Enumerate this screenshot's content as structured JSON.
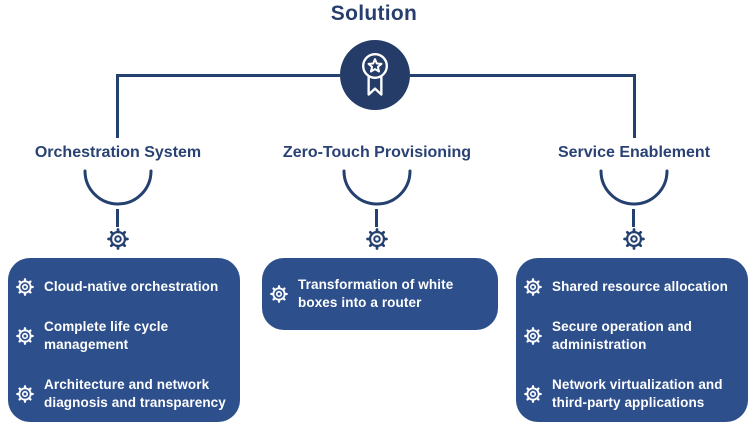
{
  "title": "Solution",
  "colors": {
    "navy_text": "#2A4273",
    "connector_line": "#24406E",
    "hub_circle_fill": "#253C68",
    "box_fill": "#2D4F8C",
    "box_text": "#FFFFFF"
  },
  "hub": {
    "icon": "award-ribbon-badge"
  },
  "branches": [
    {
      "label": "Orchestration System",
      "items": [
        "Cloud-native orchestration",
        "Complete life cycle management",
        "Architecture and network diagnosis and transparency"
      ]
    },
    {
      "label": "Zero-Touch Provisioning",
      "items": [
        "Transformation of white boxes into a router"
      ]
    },
    {
      "label": "Service Enablement",
      "items": [
        "Shared resource allocation",
        "Secure operation and administration",
        "Network virtualization and third-party applications"
      ]
    }
  ]
}
